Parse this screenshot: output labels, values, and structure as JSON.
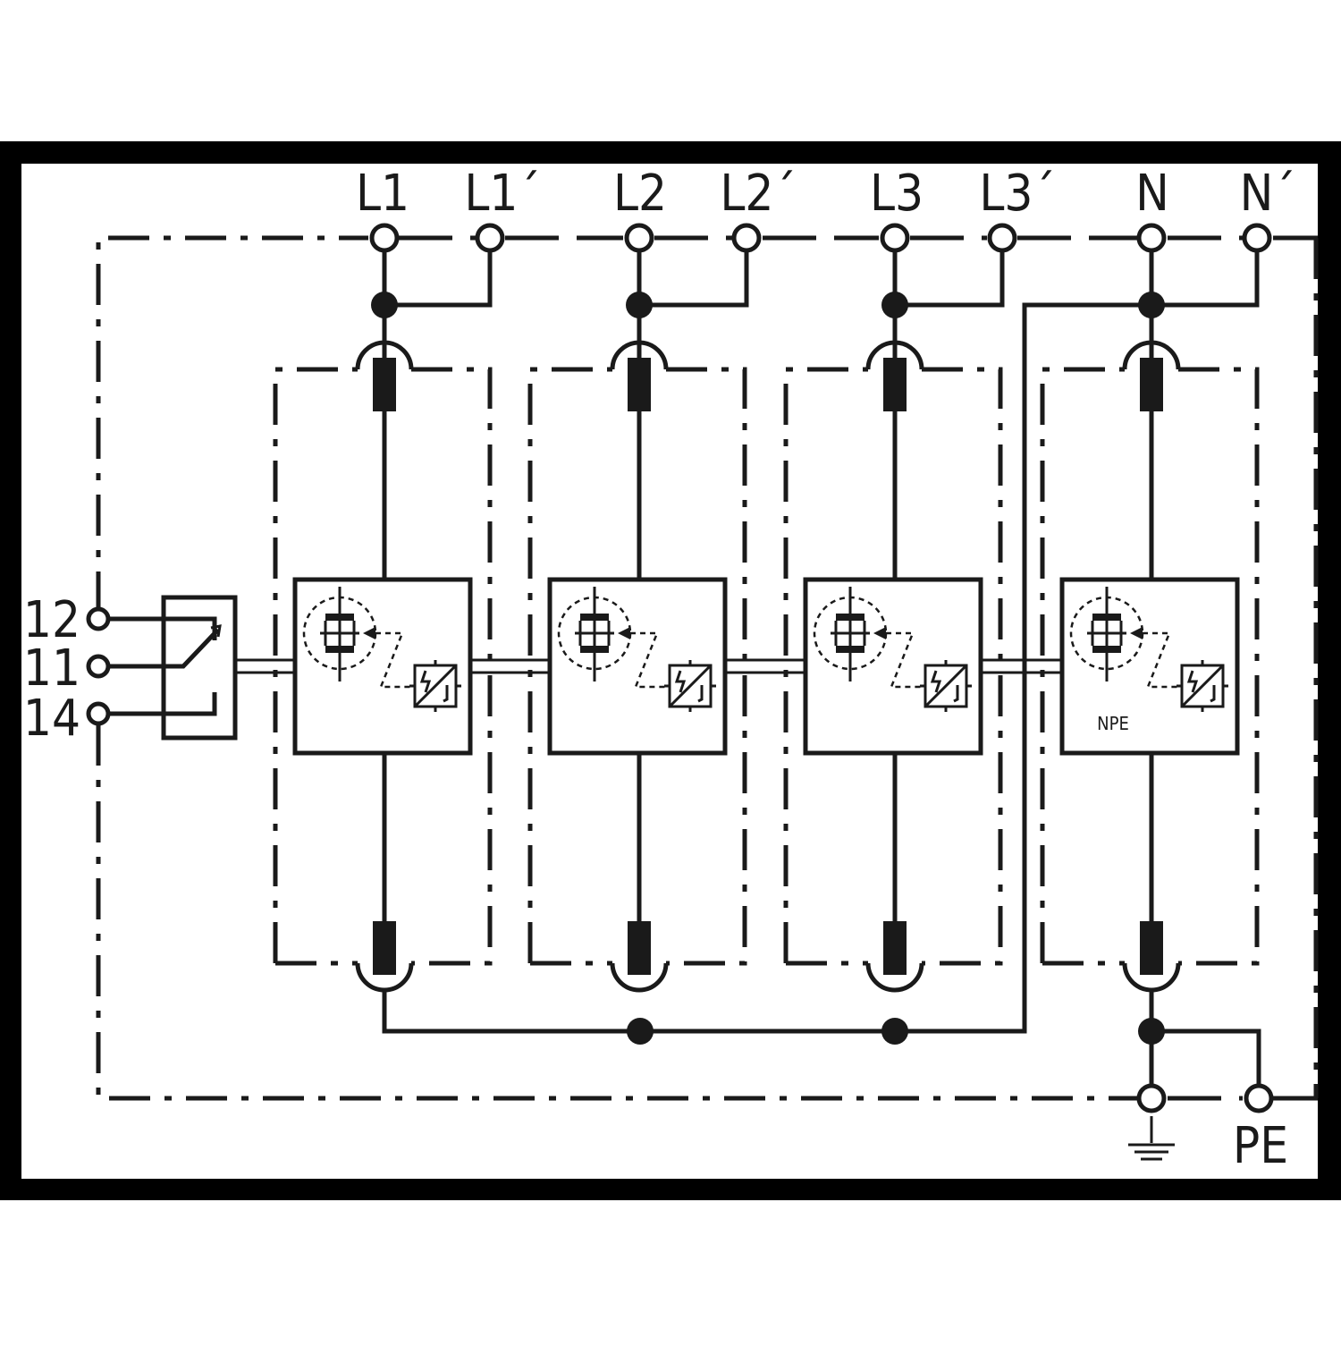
{
  "diagram": {
    "top_terminals": [
      "L1",
      "L1´",
      "L2",
      "L2´",
      "L3",
      "L3´",
      "N",
      "N´"
    ],
    "contact_terminals": [
      "12",
      "11",
      "14"
    ],
    "module_label_npe": "NPE",
    "bottom_label_pe": "PE",
    "icons": [
      "earth-ground-icon",
      "varistor-icon",
      "thermal-disconnector-icon",
      "changeover-contact-icon"
    ]
  }
}
